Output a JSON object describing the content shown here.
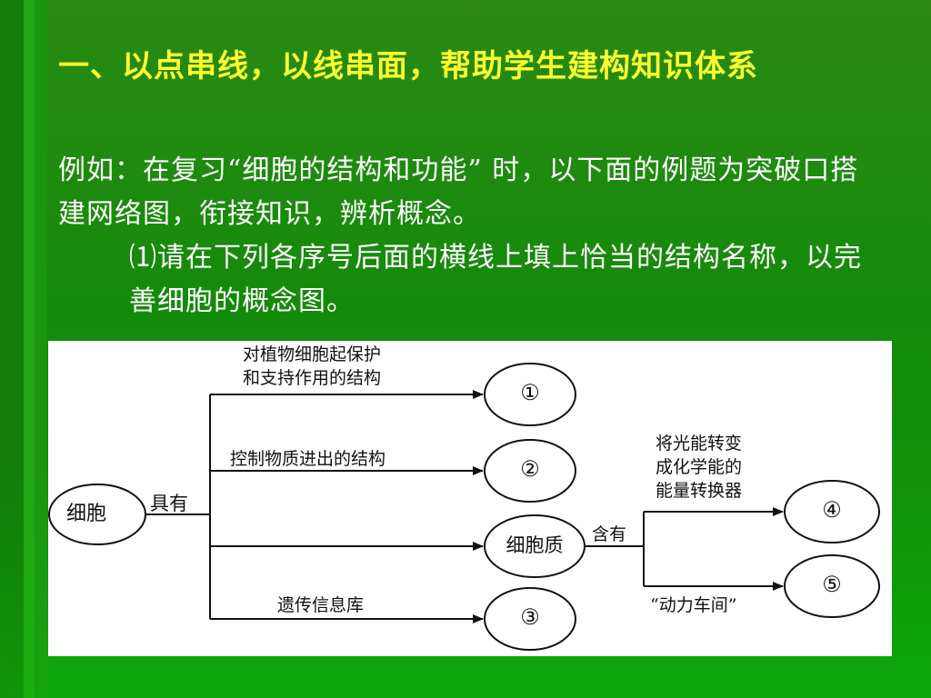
{
  "title": "一、以点串线，以线串面，帮助学生建构知识体系",
  "body": {
    "paragraph1": "例如：在复习“细胞的结构和功能” 时，以下面的例题为突破口搭建网络图，衔接知识，辨析概念。",
    "paragraph2": "⑴请在下列各序号后面的横线上填上恰当的结构名称，以完善细胞的概念图。"
  },
  "diagram": {
    "root_node": "细胞",
    "root_edge": "具有",
    "branch1_label_line1": "对植物细胞起保护",
    "branch1_label_line2": "和支持作用的结构",
    "branch2_label": "控制物质进出的结构",
    "branch3_label": "遗传信息库",
    "node1": "①",
    "node2": "②",
    "node3": "③",
    "node4": "④",
    "node5": "⑤",
    "cytoplasm_node": "细胞质",
    "cytoplasm_edge": "含有",
    "branch4_label_line1": "将光能转变",
    "branch4_label_line2": "成化学能的",
    "branch4_label_line3": "能量转换器",
    "branch5_label": "“动力车间”"
  }
}
